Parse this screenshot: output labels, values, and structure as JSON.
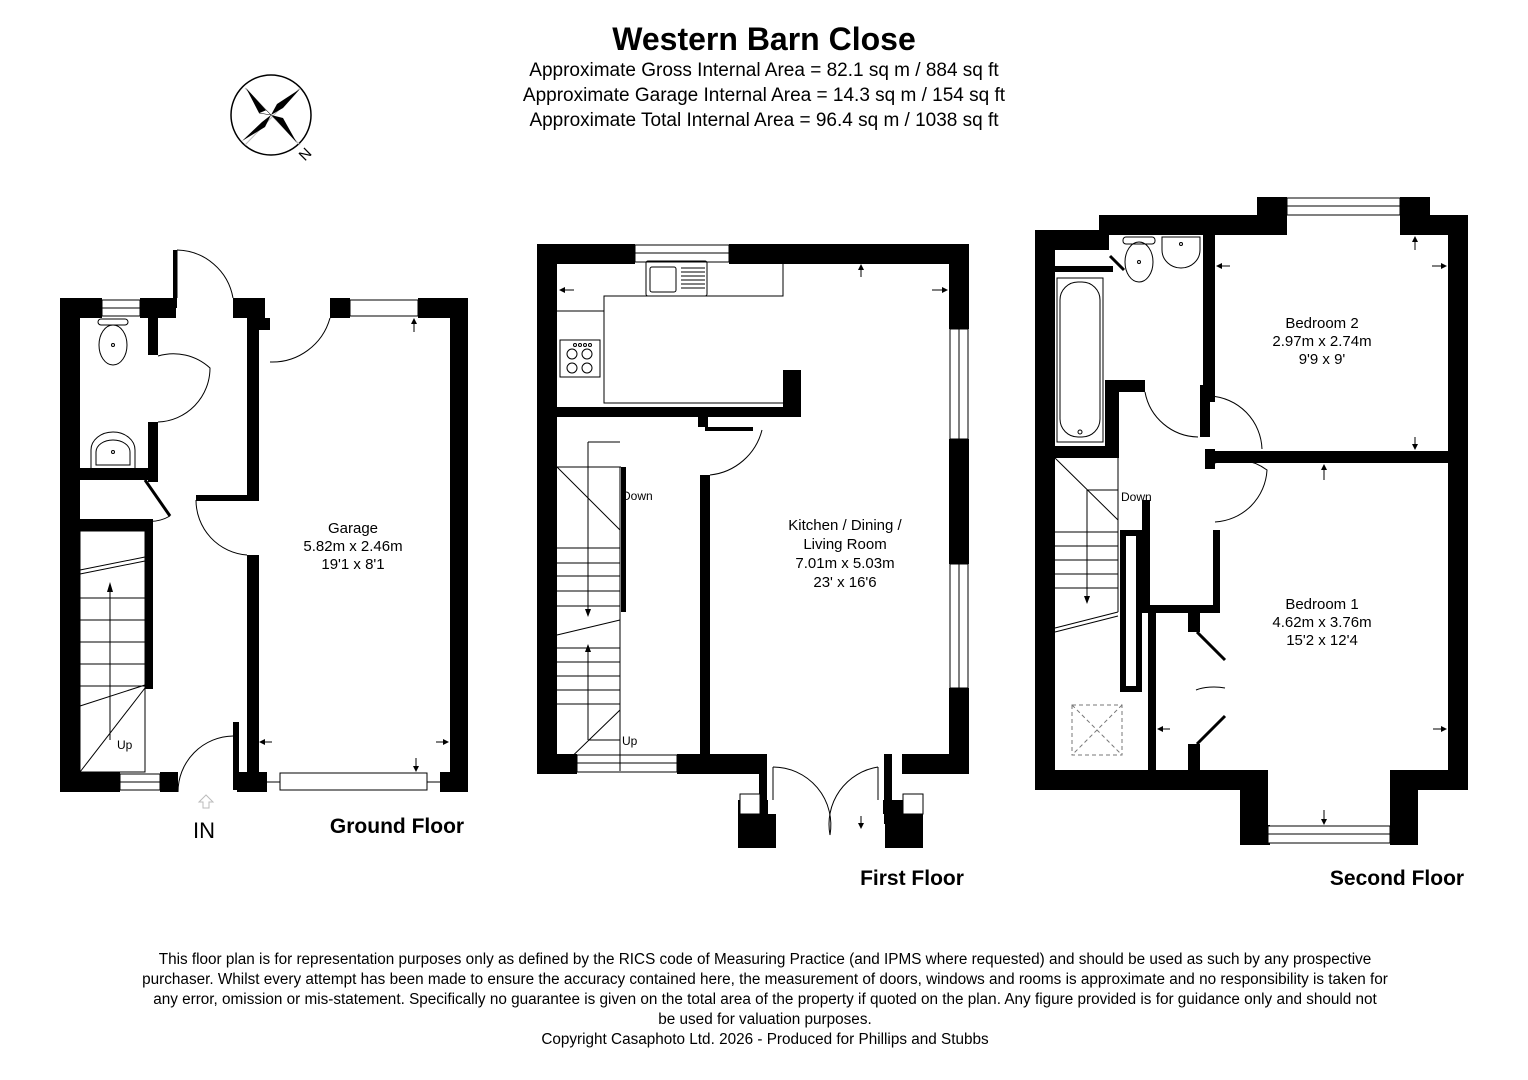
{
  "header": {
    "title": "Western Barn Close",
    "areas": [
      "Approximate Gross Internal Area = 82.1 sq m / 884 sq ft",
      "Approximate Garage Internal Area = 14.3 sq m / 154 sq ft",
      "Approximate Total Internal Area = 96.4 sq m / 1038 sq ft"
    ]
  },
  "compass": {
    "icon": "compass-rose-icon",
    "north_label": "N"
  },
  "floors": {
    "ground": {
      "label": "Ground Floor",
      "entrance_label": "IN",
      "stairs_label": "Up",
      "rooms": [
        {
          "name": "Garage",
          "metric": "5.82m x 2.46m",
          "imperial": "19'1 x 8'1"
        }
      ]
    },
    "first": {
      "label": "First Floor",
      "stairs_down_label": "Down",
      "stairs_up_label": "Up",
      "rooms": [
        {
          "name_line1": "Kitchen / Dining /",
          "name_line2": "Living Room",
          "metric": "7.01m x 5.03m",
          "imperial": "23' x 16'6"
        }
      ]
    },
    "second": {
      "label": "Second Floor",
      "stairs_down_label": "Down",
      "rooms": [
        {
          "name": "Bedroom 2",
          "metric": "2.97m x 2.74m",
          "imperial": "9'9 x 9'"
        },
        {
          "name": "Bedroom 1",
          "metric": "4.62m x 3.76m",
          "imperial": "15'2 x 12'4"
        }
      ]
    }
  },
  "footer": {
    "disclaimer_lines": [
      "This floor plan is for representation purposes only as defined by the RICS code of Measuring Practice (and IPMS where requested) and should be used as such by any prospective",
      "purchaser. Whilst every attempt has been made to ensure the accuracy contained here, the measurement of doors, windows and rooms is approximate and no responsibility is taken for",
      "any error, omission or mis-statement. Specifically no guarantee is given on the total area of the property if quoted on the plan. Any figure provided is for guidance only and should not",
      "be used for valuation purposes."
    ],
    "copyright": "Copyright Casaphoto Ltd. 2026 - Produced for Phillips and Stubbs"
  }
}
